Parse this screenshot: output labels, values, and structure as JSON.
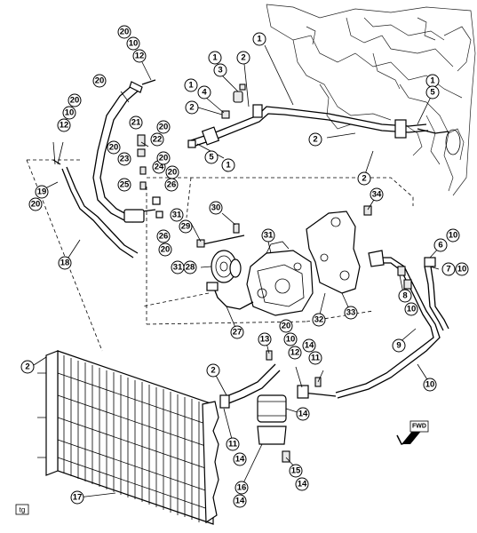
{
  "callouts": [
    {
      "id": "c-1a",
      "label": "1"
    },
    {
      "id": "c-20a",
      "label": "20"
    },
    {
      "id": "c-10a",
      "label": "10"
    },
    {
      "id": "c-12a",
      "label": "12"
    },
    {
      "id": "c-1b",
      "label": "1"
    },
    {
      "id": "c-3a",
      "label": "3"
    },
    {
      "id": "c-2a",
      "label": "2"
    },
    {
      "id": "c-20b",
      "label": "20"
    },
    {
      "id": "c-1c",
      "label": "1"
    },
    {
      "id": "c-4a",
      "label": "4"
    },
    {
      "id": "c-2b",
      "label": "2"
    },
    {
      "id": "c-1d",
      "label": "1"
    },
    {
      "id": "c-5a",
      "label": "5"
    },
    {
      "id": "c-20c",
      "label": "20"
    },
    {
      "id": "c-10b",
      "label": "10"
    },
    {
      "id": "c-12b",
      "label": "12"
    },
    {
      "id": "c-21",
      "label": "21"
    },
    {
      "id": "c-20d",
      "label": "20"
    },
    {
      "id": "c-22",
      "label": "22"
    },
    {
      "id": "c-23",
      "label": "23"
    },
    {
      "id": "c-20e",
      "label": "20"
    },
    {
      "id": "c-24",
      "label": "24"
    },
    {
      "id": "c-20f",
      "label": "20"
    },
    {
      "id": "c-25",
      "label": "25"
    },
    {
      "id": "c-26a",
      "label": "26"
    },
    {
      "id": "c-20g",
      "label": "20"
    },
    {
      "id": "c-5b",
      "label": "5"
    },
    {
      "id": "c-1e",
      "label": "1"
    },
    {
      "id": "c-2c",
      "label": "2"
    },
    {
      "id": "c-2d",
      "label": "2"
    },
    {
      "id": "c-19",
      "label": "19"
    },
    {
      "id": "c-20h",
      "label": "20"
    },
    {
      "id": "c-34",
      "label": "34"
    },
    {
      "id": "c-30",
      "label": "30"
    },
    {
      "id": "c-31a",
      "label": "31"
    },
    {
      "id": "c-29",
      "label": "29"
    },
    {
      "id": "c-26b",
      "label": "26"
    },
    {
      "id": "c-20i",
      "label": "20"
    },
    {
      "id": "c-18",
      "label": "18"
    },
    {
      "id": "c-31b",
      "label": "31"
    },
    {
      "id": "c-28",
      "label": "28"
    },
    {
      "id": "c-31c",
      "label": "31"
    },
    {
      "id": "c-6",
      "label": "6"
    },
    {
      "id": "c-10c",
      "label": "10"
    },
    {
      "id": "c-7",
      "label": "7"
    },
    {
      "id": "c-10d",
      "label": "10"
    },
    {
      "id": "c-8",
      "label": "8"
    },
    {
      "id": "c-10e",
      "label": "10"
    },
    {
      "id": "c-32",
      "label": "32"
    },
    {
      "id": "c-33",
      "label": "33"
    },
    {
      "id": "c-27",
      "label": "27"
    },
    {
      "id": "c-20j",
      "label": "20"
    },
    {
      "id": "c-10f",
      "label": "10"
    },
    {
      "id": "c-13",
      "label": "13"
    },
    {
      "id": "c-12c",
      "label": "12"
    },
    {
      "id": "c-14a",
      "label": "14"
    },
    {
      "id": "c-11a",
      "label": "11"
    },
    {
      "id": "c-9",
      "label": "9"
    },
    {
      "id": "c-2e",
      "label": "2"
    },
    {
      "id": "c-2f",
      "label": "2"
    },
    {
      "id": "c-14b",
      "label": "14"
    },
    {
      "id": "c-10g",
      "label": "10"
    },
    {
      "id": "c-11b",
      "label": "11"
    },
    {
      "id": "c-14c",
      "label": "14"
    },
    {
      "id": "c-16",
      "label": "16"
    },
    {
      "id": "c-14d",
      "label": "14"
    },
    {
      "id": "c-15",
      "label": "15"
    },
    {
      "id": "c-14e",
      "label": "14"
    },
    {
      "id": "c-17",
      "label": "17"
    }
  ],
  "fwd_label": "FWD",
  "ref_tag": "tg"
}
